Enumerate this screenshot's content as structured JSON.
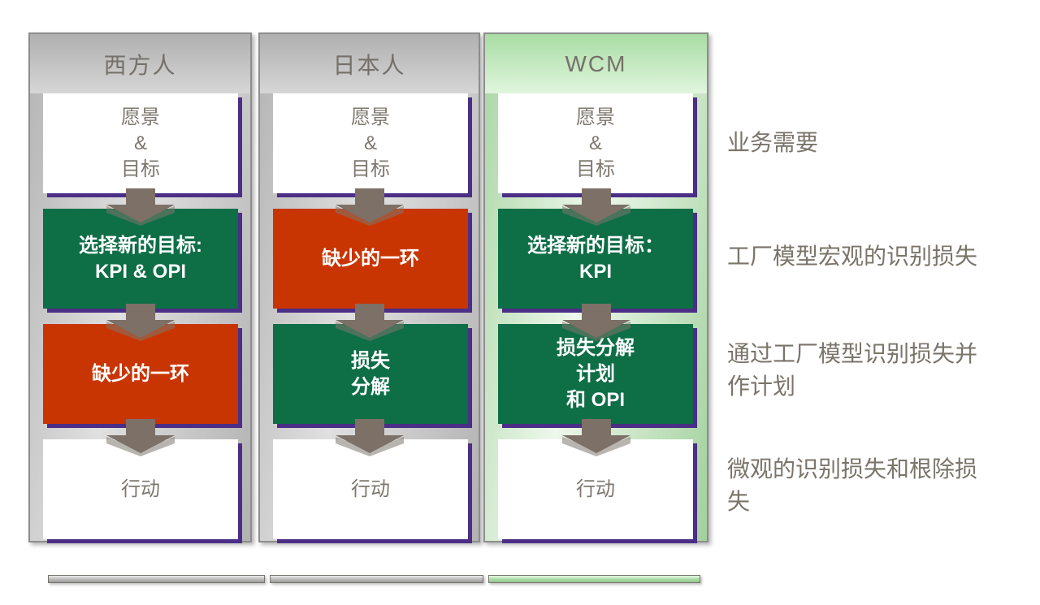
{
  "colors": {
    "box_green": "#0e6e46",
    "box_red": "#c93502",
    "box_shadow_purple": "#4b2e86",
    "arrow_gray": "#7c7067",
    "column_gray": "#c8c8c8",
    "column_green": "#cde9c9",
    "text_gray": "#7a746a"
  },
  "columns": [
    {
      "header": "西方人",
      "theme": "gray",
      "boxes": [
        {
          "type": "white",
          "lines": [
            "愿景",
            "&",
            "目标"
          ]
        },
        {
          "type": "green",
          "lines": [
            "选择新的目标:",
            "KPI & OPI"
          ]
        },
        {
          "type": "red",
          "lines": [
            "缺少的一环"
          ]
        },
        {
          "type": "white",
          "lines": [
            "行动"
          ]
        }
      ]
    },
    {
      "header": "日本人",
      "theme": "gray",
      "boxes": [
        {
          "type": "white",
          "lines": [
            "愿景",
            "&",
            "目标"
          ]
        },
        {
          "type": "red",
          "lines": [
            "缺少的一环"
          ]
        },
        {
          "type": "green",
          "lines": [
            "损失",
            "分解"
          ]
        },
        {
          "type": "white",
          "lines": [
            "行动"
          ]
        }
      ]
    },
    {
      "header": "WCM",
      "theme": "green",
      "boxes": [
        {
          "type": "white",
          "lines": [
            "愿景",
            "&",
            "目标"
          ]
        },
        {
          "type": "green",
          "lines": [
            "选择新的目标：",
            "KPI"
          ]
        },
        {
          "type": "green",
          "lines": [
            "损失分解",
            "计划",
            "和 OPI"
          ]
        },
        {
          "type": "white",
          "lines": [
            "行动"
          ]
        }
      ]
    }
  ],
  "annotations": [
    {
      "lines": [
        "业务需要",
        ""
      ]
    },
    {
      "lines": [
        "工厂模型宏观的识别损失",
        ""
      ]
    },
    {
      "lines": [
        "通过工厂模型识别损失并",
        "作计划"
      ]
    },
    {
      "lines": [
        "微观的识别损失和根除损",
        "失"
      ]
    }
  ]
}
